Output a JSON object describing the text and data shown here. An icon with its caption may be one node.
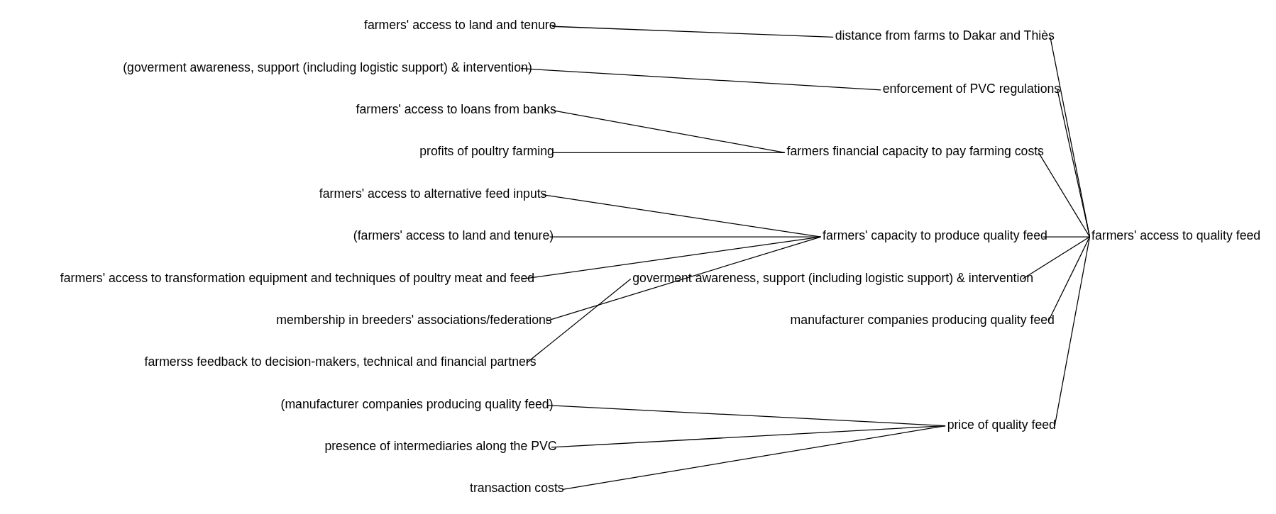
{
  "diagram": {
    "nodes": [
      {
        "text": [
          "farmers' access to land and tenure"
        ]
      },
      {
        "text": [
          "distance from farms to Dakar and Thiès"
        ]
      },
      {
        "text": [
          "(goverment awareness, support (including logistic support) & intervention)"
        ]
      },
      {
        "text": [
          "enforcement of PVC regulations"
        ]
      },
      {
        "text": [
          "farmers' access to loans from banks"
        ]
      },
      {
        "text": [
          "farmers financial capacity to pay farming costs"
        ]
      },
      {
        "text": [
          "profits of poultry farming"
        ]
      },
      {
        "text": [
          "farmers' access to alternative feed inputs"
        ]
      },
      {
        "text": [
          "(farmers' access to land and tenure)"
        ]
      },
      {
        "text": [
          "farmers' capacity to produce quality feed"
        ]
      },
      {
        "text": [
          "farmers' access to quality feed"
        ]
      },
      {
        "text": [
          "farmers' access to transformation equipment and techniques of poultry meat and feed"
        ]
      },
      {
        "text": [
          "membership in breeders' associations/federations"
        ]
      },
      {
        "text": [
          "farmerss feedback to decision-makers, technical and financial partners"
        ]
      },
      {
        "text": [
          "goverment awareness, support (including logistic support) & intervention"
        ]
      },
      {
        "text": [
          "manufacturer companies producing quality feed"
        ]
      },
      {
        "text": [
          "(manufacturer companies producing quality feed)"
        ]
      },
      {
        "text": [
          "presence of intermediaries along the PVC"
        ]
      },
      {
        "text": [
          "price of quality feed"
        ]
      },
      {
        "text": [
          "transaction costs"
        ]
      }
    ],
    "edges": [
      {
        "from": 0,
        "to": 1,
        "arrow": "none"
      },
      {
        "from": 1,
        "to": 10,
        "arrow": "none"
      },
      {
        "from": 2,
        "to": 3,
        "arrow": "none"
      },
      {
        "from": 3,
        "to": 10,
        "arrow": "none"
      },
      {
        "from": 4,
        "to": 5,
        "arrow": "none"
      },
      {
        "from": 6,
        "to": 5,
        "arrow": "none"
      },
      {
        "from": 5,
        "to": 10,
        "arrow": "none"
      },
      {
        "from": 7,
        "to": 9,
        "arrow": "none"
      },
      {
        "from": 8,
        "to": 9,
        "arrow": "none"
      },
      {
        "from": 11,
        "to": 9,
        "arrow": "none"
      },
      {
        "from": 12,
        "to": 9,
        "arrow": "none"
      },
      {
        "from": 9,
        "to": 10,
        "arrow": "none"
      },
      {
        "from": 13,
        "to": 14,
        "arrow": "none"
      },
      {
        "from": 14,
        "to": 10,
        "arrow": "none"
      },
      {
        "from": 15,
        "to": 10,
        "arrow": "none"
      },
      {
        "from": 16,
        "to": 18,
        "arrow": "none"
      },
      {
        "from": 17,
        "to": 18,
        "arrow": "none"
      },
      {
        "from": 19,
        "to": 18,
        "arrow": "none"
      },
      {
        "from": 18,
        "to": 10,
        "arrow": "none"
      }
    ]
  }
}
